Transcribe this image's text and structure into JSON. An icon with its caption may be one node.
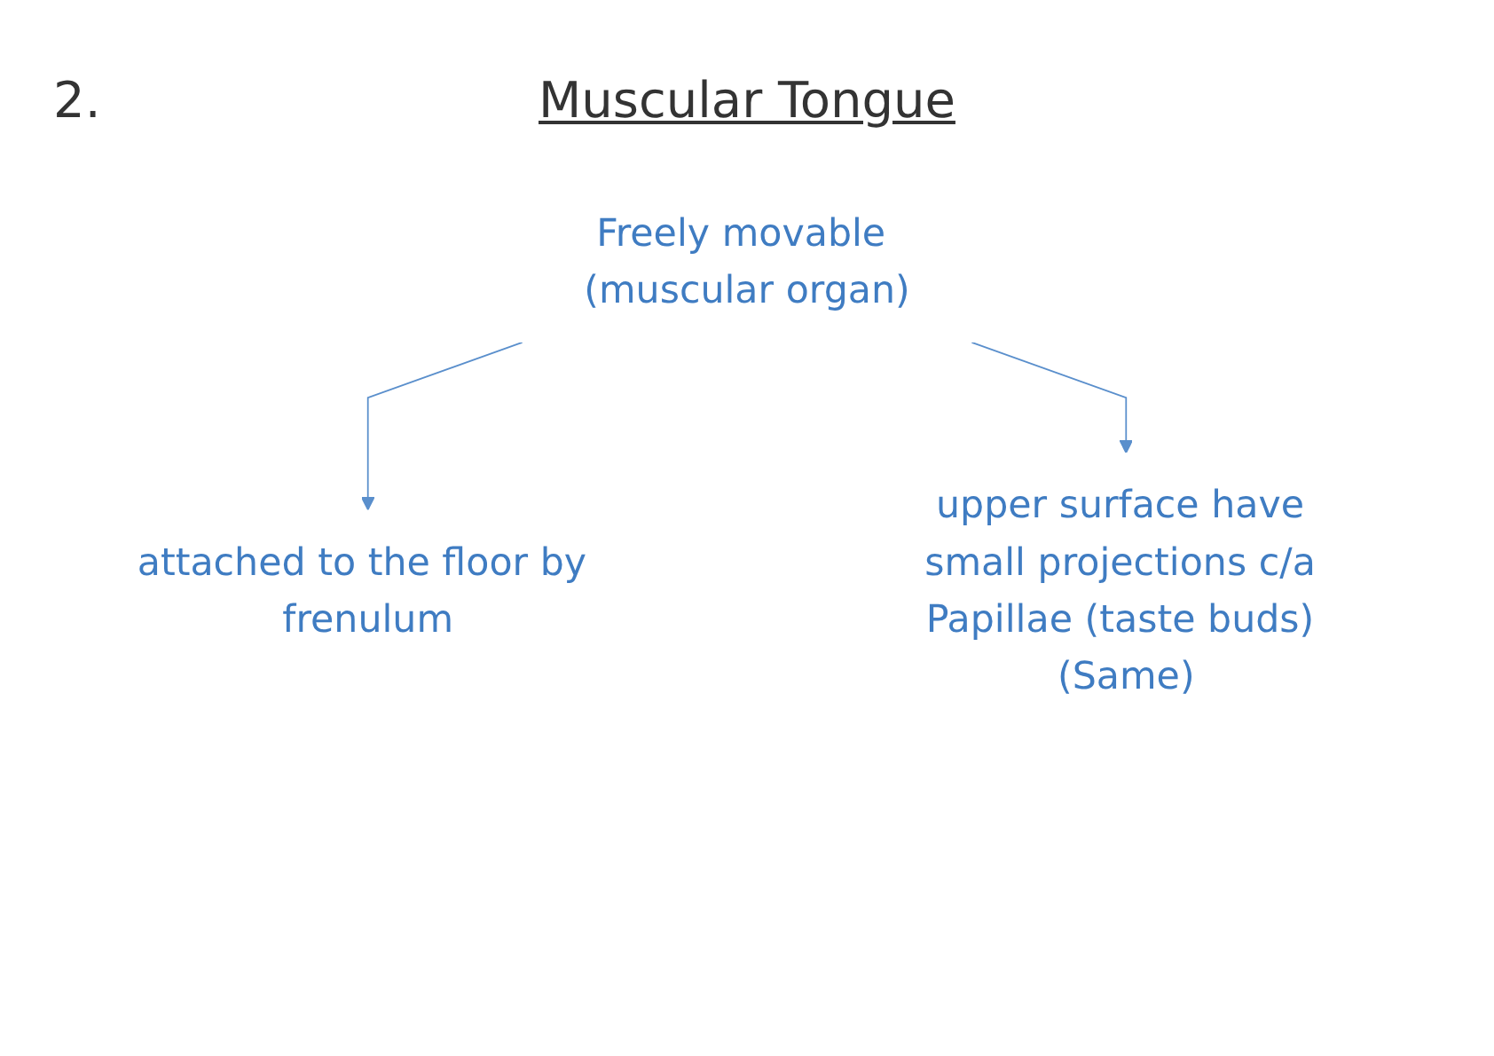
{
  "diagram": {
    "title": "Muscular Tongue",
    "nodes": [
      {
        "text": [
          "Freely movable (muscular organ)"
        ]
      },
      {
        "text": [
          "attached to the floor by frenulum"
        ]
      },
      {
        "text": [
          "upper surface have small projections c/a Papillae (taste buds) (Same)"
        ]
      }
    ],
    "edges": [
      {
        "from": 0,
        "to": 1,
        "arrow": "to"
      },
      {
        "from": 0,
        "to": 2,
        "arrow": "to"
      }
    ],
    "labels": [
      "2."
    ]
  }
}
